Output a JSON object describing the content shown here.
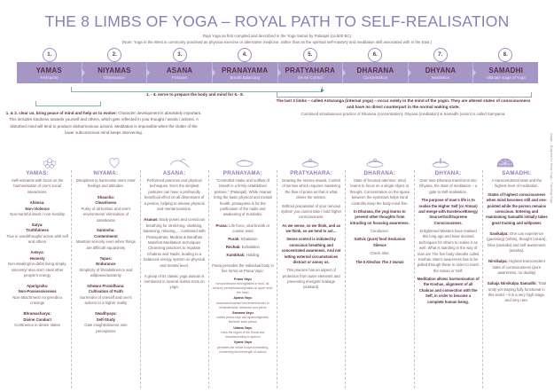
{
  "title": "THE 8 LIMBS OF YOGA – ROYAL PATH TO SELF-REALISATION",
  "subtitle_line1": "Raja Yoga as first compiled and described in the Yoga Sutras by Patanjali (ca.500 BC)",
  "subtitle_line2": "(Note: Yoga in the West is commonly practised as physical exercise or alternative medicine, rather than as the spiritual self-mastery and meditation skill associated with in the East.)",
  "credit": "Image – Diagram for Maha Yoga – Teaching Yoga",
  "colors": {
    "header_bar": "#a596c6",
    "title_purple": "#8a7fb5",
    "maroon": "#5d2b44",
    "body_text": "#7a5a68",
    "bracket_green": "#7fb8a8",
    "divider": "#c9bcd8"
  },
  "limbs": [
    {
      "num": "1.",
      "name": "YAMAS",
      "sub": "Restraints"
    },
    {
      "num": "2.",
      "name": "NIYAMAS",
      "sub": "Observance"
    },
    {
      "num": "3.",
      "name": "ASANA",
      "sub": "Postures"
    },
    {
      "num": "4.",
      "name": "PRANAYAMA",
      "sub": "Breath Balancing"
    },
    {
      "num": "5.",
      "name": "PRATYAHARA",
      "sub": "Sense Control"
    },
    {
      "num": "6.",
      "name": "DHARANA",
      "sub": "Concentration"
    },
    {
      "num": "7.",
      "name": "DHYANA",
      "sub": "Meditation"
    },
    {
      "num": "8.",
      "name": "SAMADHI",
      "sub": "Ultimate stage of Yoga"
    }
  ],
  "bracket_label_1": "1. - 4. serve to prepare the body and mind for 5.- 8.",
  "intro_left": {
    "heading": "1. & 2. clear us, bring peace of mind and help us to evolve:",
    "body": "Character development is absolutely important. This includes kindness towards yourself and others, which gets reflected in your thought / words / actions. A disturbed mind will tend to produce disharmonious actions. Meditation is impossible when the clutter of the lower subconscious mind keeps intervening."
  },
  "intro_right": {
    "bold": "The last 3 limbs – called Antaranga (internal yoga) – occur solely in the mind of the yogin. They are altered states of consciousness and have no direct counterpart in the normal waking state.",
    "light": "Combined simultaneous practice of Dharana (concentration), Dhyana (meditation) & Samadhi (union) is called Samyama."
  },
  "columns": [
    {
      "title": "YAMAS:",
      "icon": "lotus-flower-icon",
      "intro": "Self-restraints with focus on the harmonisation of one's social interactions.",
      "terms": [
        {
          "name": "Ahimsa:",
          "sub": "Non-Violence",
          "desc": "Non-harmful intent / non-hostility"
        },
        {
          "name": "Satya:",
          "sub": "Truthfulness",
          "desc": "True in word/thought/ action with self and others"
        },
        {
          "name": "Asteya:",
          "sub": "Honesty",
          "desc": "Non-stealing/no-debt/ living simply, sincerely/ also don't steal other people's energy"
        },
        {
          "name": "Aparigraha:",
          "sub": "Non-Possessiveness",
          "desc": "Non-attachment/ no greed/no cravings"
        },
        {
          "name": "Bhramacharya:",
          "sub": "Divine Conduct",
          "desc": "Continence in desire states"
        }
      ]
    },
    {
      "title": "NIYAMA:",
      "icon": "heart-leaf-icon",
      "intro": "Disciplines to harmonise one's inner feelings and attitudes.",
      "terms": [
        {
          "name": "Shaucha:",
          "sub": "Cleanliness",
          "desc": "Purity of all koshas and one's environment/ elimination of samskaras"
        },
        {
          "name": "Santosha:",
          "sub": "Contentment",
          "desc": "Maintain serenity even when things are difficult/ equanimity"
        },
        {
          "name": "Tapas:",
          "sub": "Endurance",
          "desc": "Simplicity of life/abstinence and willpower/austerity"
        },
        {
          "name": "Ishwara Pranidhana:",
          "sub": "Cultivation of Faith",
          "desc": "Surrender of oneself and one's actions to a higher reality"
        },
        {
          "name": "Swadhyaya:",
          "sub": "Self-Study",
          "desc": "Gain insight/observe own perceptions"
        }
      ]
    },
    {
      "title": "ASANA:",
      "icon": "reclining-pose-icon",
      "intro": "Performed practices and physical techniques. Even the simplest postures can have a profoundly beneficial effect on all dimensions of a person, helping to release physical and mental tensions.",
      "terms": [
        {
          "name": "Asanas:",
          "sub": "",
          "desc": "Body poses and conscious breathing for stretching, vitalising, balancing, relaxing,… combined with Pranayamas, Mudras & Bandhas Manifest Meditation techniques Cleansing practices to regulate Chakras and Nadis, leading to a balanced energy system on physical and mental level."
        },
        {
          "name": "",
          "sub": "",
          "desc": "A group of 84 classic yoga asanas is mentioned in several classic texts on yoga."
        }
      ]
    },
    {
      "title": "PRANAYAMA:",
      "icon": "reclining-pose-icon",
      "intro": "\"Controlled intake and outflow of breath in a firmly established posture.\" (Patanjali). While Asanas bring the basic physical and mental health, pranayama is for the purification of the nadis and awakening of Kundalini.",
      "terms": [
        {
          "name": "Prana:",
          "sub": "",
          "desc": "Life force, vital breath or cosmic wind"
        },
        {
          "name": "Purak:",
          "sub": "",
          "desc": "Inhalation"
        },
        {
          "name": "Rechak:",
          "sub": "",
          "desc": "Exhalation"
        },
        {
          "name": "Kumbhak:",
          "sub": "",
          "desc": "Holding"
        },
        {
          "name": "",
          "sub": "",
          "desc": "Prana pervades the individual body in five forms as Prana Vayu:"
        }
      ],
      "vayus": [
        {
          "name": "Prana Vayu",
          "desc": "forward/inward moving/takes in food, air, sensory perceptions/originates at upper seat: the heart"
        },
        {
          "name": "Apana Vayu",
          "desc": "downward/outward movement/serves to eliminate/seat: abdomen and pelvis"
        },
        {
          "name": "Samana Vayu",
          "desc": "unifies prana vayu and apana/digestive fire/seat: solar plexus"
        },
        {
          "name": "Udana Vayu",
          "desc": "rules the region of the throat and head/ascending to speech"
        },
        {
          "name": "Vyana Vayu",
          "desc": "pervades the whole body/coordinating, connecting force/strength of actions"
        }
      ]
    },
    {
      "title": "PRATYAHARA:",
      "icon": "reclining-pose-icon",
      "intro": "Drawing the senses inward. Control of senses which requires mastering the flow of prana as that is what drives the senses.",
      "p2": "Without preparation of your nervous system you cannot take / hold higher consciousness.",
      "bold1": "As we sense, so we think, and as we think, so we tend to act…",
      "bold2": "Sense control is initiated by conscious breathing and concentrated awareness. And not letting external circumstances distract or annoy us.",
      "p3": "This practice has an aspect of protection from outer elements and preventing energetic leakage (outward)."
    },
    {
      "title": "DHARANA:",
      "icon": "seated-meditation-icon",
      "intro": "State of focused attention: mind learns to focus on a single object or thought. Concentration on the space between the eyebrows helps mind control/to keep the body-mind firm.",
      "bold1": "In Dharana, the yogi learns to prevent other thoughts from intruding on focusing awareness.",
      "p2": "Conducive:",
      "bold2": "Sattvic (pure) food Seclusion Silence",
      "p3": "Check also:",
      "bold3": "The 5 Kleshas The 3 Gunas"
    },
    {
      "title": "DHYANA:",
      "icon": "meditation-figure-icon",
      "intro": "Over time Dharana transforms into Dhyana, the state of meditation – a gate to Self-realisation.",
      "bold1": "The purpose of man's life is to realise the Higher Self (or Atman) and merge with Existence/Energy Source/God/Supreme Consciousness.",
      "p2": "Enlightened Masters have realised this long ago and have devised techniques for others to realise it as well. What is standing in the way of man are The five body sheaths called Koshas. Man's awareness has to be pulled through these in order to reach the Atman or Self.",
      "bold2": "Meditation allows harmonisation of the Koshas, alignment of all Chakras and connection with the Self, in order to become a complete human being."
    },
    {
      "title": "SAMADHI:",
      "icon": "sun-mandala-icon",
      "intro": "A transcendental state and the highest level of meditation.",
      "bold1": "States of highest consciousness when mind becomes still and one-pointed while the person remains conscious. Entering and maintaining Samadhi initially takes great training and willpower.",
      "terms": [
        {
          "name": "Savikalpa:",
          "sub": "",
          "desc": "One can experience (guessing) (vrittis), thought (vicara), bliss (ananda) and self-awareness (asmita)."
        },
        {
          "name": "Nirvikalpa:",
          "sub": "",
          "desc": "Highest transcendent state of consciousness (pure awareness, no duality)"
        },
        {
          "name": "Sahaja Nirvikalpa Samadhi:",
          "sub": "",
          "desc": "Total unity yet staying fully functional in this world – it is a very high stage, and very rare."
        }
      ]
    }
  ]
}
